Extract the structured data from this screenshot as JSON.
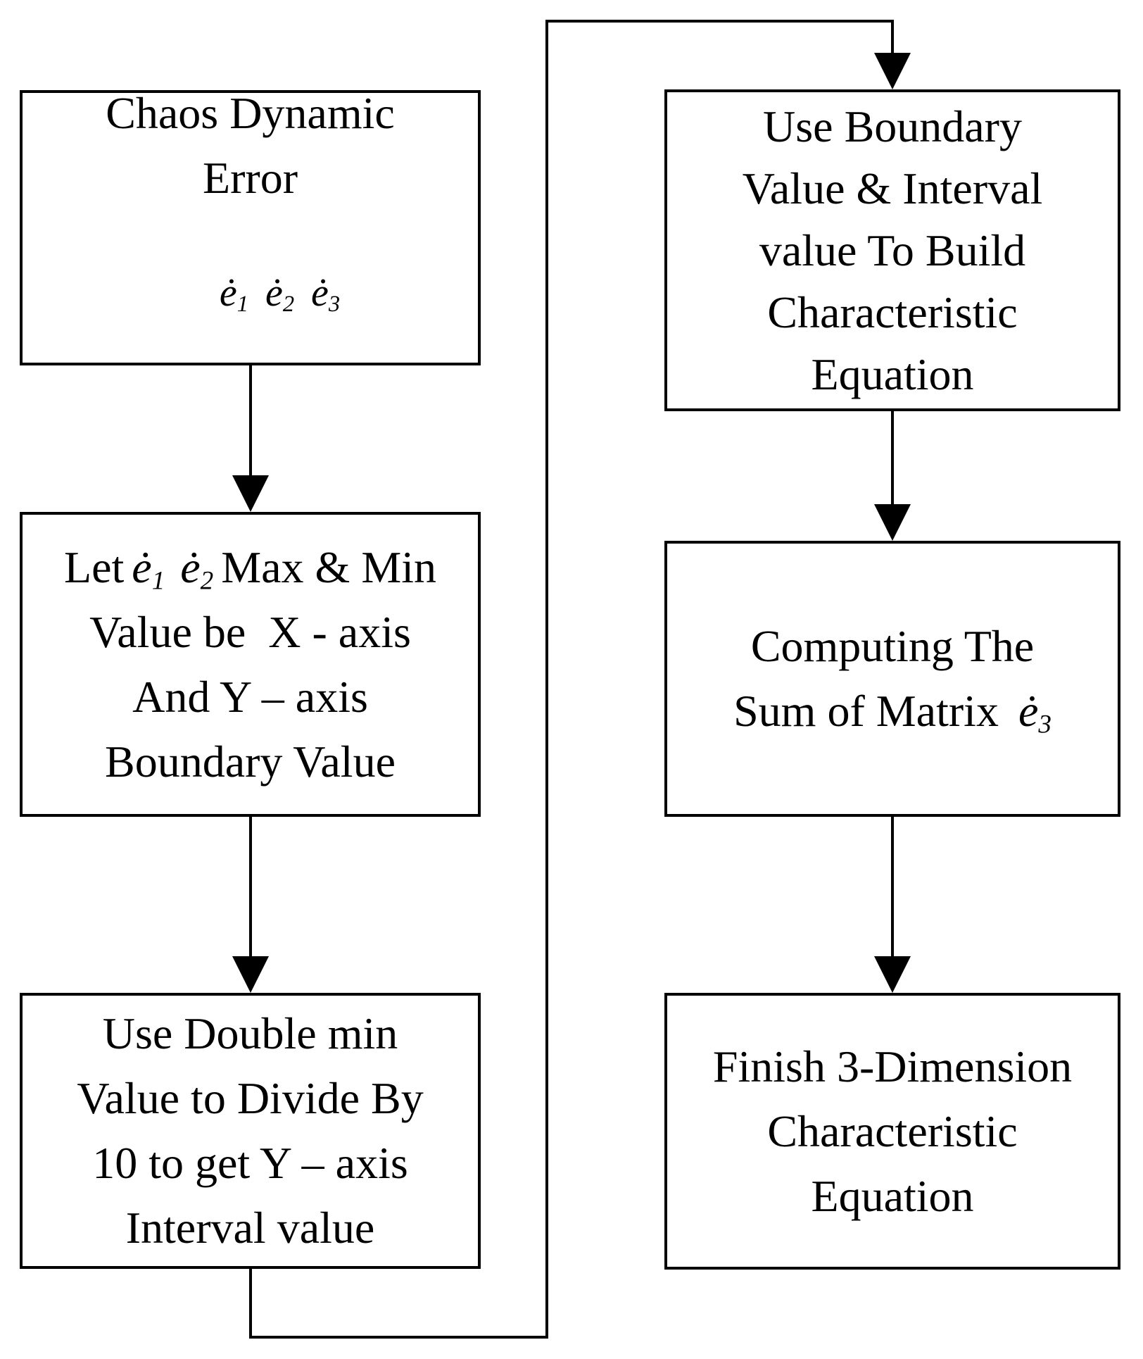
{
  "nodes": {
    "b1": {
      "id": "chaos-dynamic-error",
      "l1": "Chaos Dynamic",
      "l2": "Error"
    },
    "b2": {
      "id": "axis-boundary-value",
      "l1_pre": "Let",
      "l1_post": "Max & Min",
      "l2": "Value be  X - axis",
      "l3": "And Y – axis",
      "l4": "Boundary Value"
    },
    "b3": {
      "id": "y-axis-interval-value",
      "l1": "Use Double min",
      "l2": "Value to Divide By",
      "l3": "10 to get Y – axis",
      "l4": "Interval value"
    },
    "b4": {
      "id": "build-characteristic-equation",
      "l1": "Use Boundary",
      "l2": "Value & Interval",
      "l3": "value To Build",
      "l4": "Characteristic",
      "l5": "Equation"
    },
    "b5": {
      "id": "computing-sum-of-matrix",
      "l1": "Computing The",
      "l2_pre": "Sum of Matrix"
    },
    "b6": {
      "id": "finish-3d-characteristic-equation",
      "l1": "Finish 3-Dimension",
      "l2": "Characteristic",
      "l3": "Equation"
    }
  },
  "math": {
    "e1": {
      "base": "ė",
      "sub": "1"
    },
    "e2": {
      "base": "ė",
      "sub": "2"
    },
    "e3": {
      "base": "ė",
      "sub": "3"
    }
  },
  "edges": [
    {
      "from": "chaos-dynamic-error",
      "to": "axis-boundary-value"
    },
    {
      "from": "axis-boundary-value",
      "to": "y-axis-interval-value"
    },
    {
      "from": "y-axis-interval-value",
      "to": "build-characteristic-equation"
    },
    {
      "from": "build-characteristic-equation",
      "to": "computing-sum-of-matrix"
    },
    {
      "from": "computing-sum-of-matrix",
      "to": "finish-3d-characteristic-equation"
    }
  ],
  "colors": {
    "stroke": "#000000",
    "background": "#ffffff",
    "text": "#000000"
  }
}
